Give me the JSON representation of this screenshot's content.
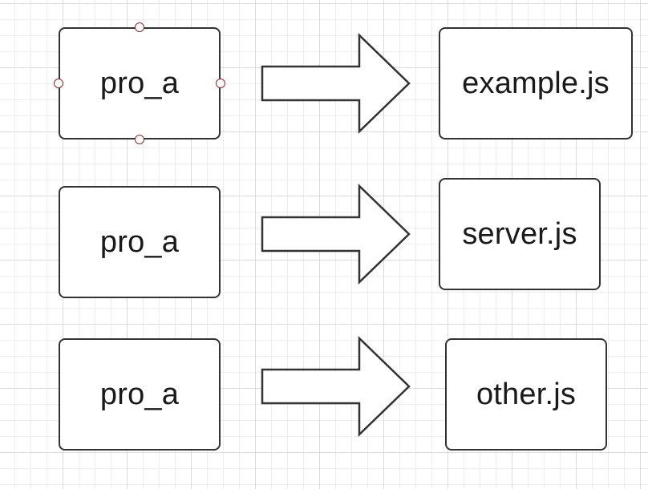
{
  "diagram": {
    "rows": [
      {
        "source": {
          "label": "pro_a",
          "selected": true
        },
        "target": {
          "label": "example.js"
        }
      },
      {
        "source": {
          "label": "pro_a",
          "selected": false
        },
        "target": {
          "label": "server.js"
        }
      },
      {
        "source": {
          "label": "pro_a",
          "selected": false
        },
        "target": {
          "label": "other.js"
        }
      }
    ]
  },
  "colors": {
    "stroke": "#333333",
    "selection_handle": "#8b2b2b",
    "grid_major": "#dcdcdc",
    "grid_minor": "#eeeeee"
  }
}
